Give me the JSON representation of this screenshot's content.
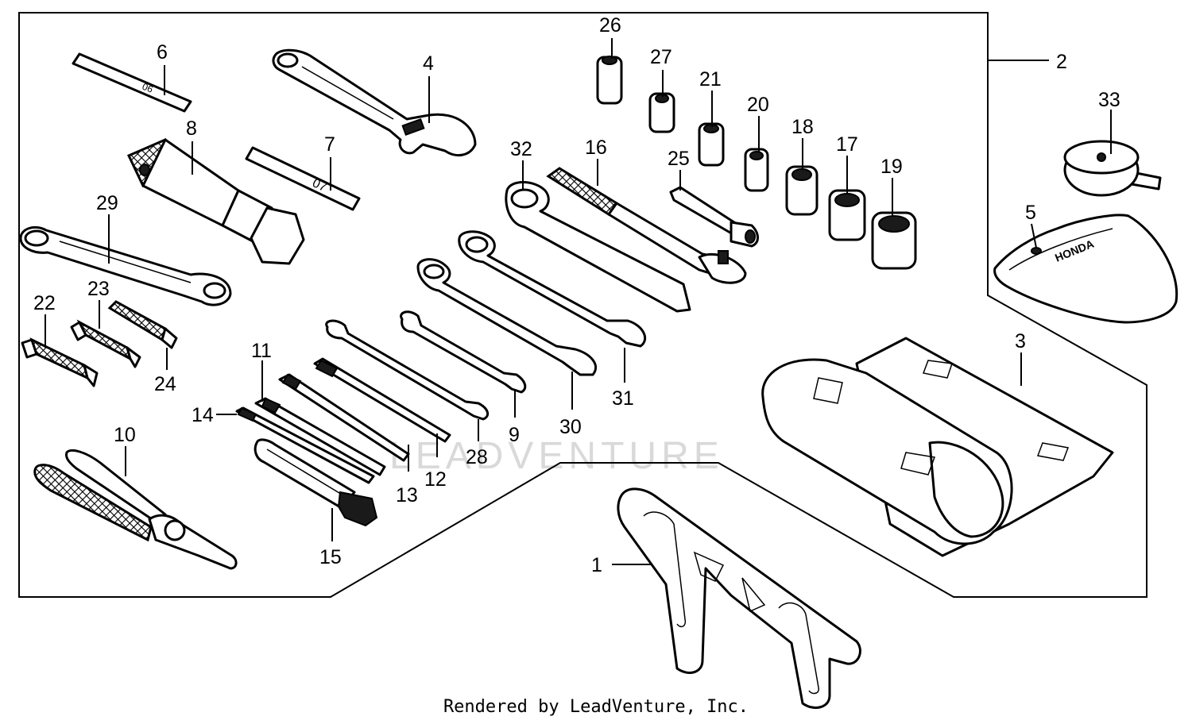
{
  "diagram": {
    "callouts": [
      {
        "id": "1",
        "label": "1"
      },
      {
        "id": "2",
        "label": "2"
      },
      {
        "id": "3",
        "label": "3"
      },
      {
        "id": "4",
        "label": "4"
      },
      {
        "id": "5",
        "label": "5"
      },
      {
        "id": "6",
        "label": "6"
      },
      {
        "id": "7",
        "label": "7"
      },
      {
        "id": "8",
        "label": "8"
      },
      {
        "id": "9",
        "label": "9"
      },
      {
        "id": "10",
        "label": "10"
      },
      {
        "id": "11",
        "label": "11"
      },
      {
        "id": "12",
        "label": "12"
      },
      {
        "id": "13",
        "label": "13"
      },
      {
        "id": "14",
        "label": "14"
      },
      {
        "id": "15",
        "label": "15"
      },
      {
        "id": "16",
        "label": "16"
      },
      {
        "id": "17",
        "label": "17"
      },
      {
        "id": "18",
        "label": "18"
      },
      {
        "id": "19",
        "label": "19"
      },
      {
        "id": "20",
        "label": "20"
      },
      {
        "id": "21",
        "label": "21"
      },
      {
        "id": "22",
        "label": "22"
      },
      {
        "id": "23",
        "label": "23"
      },
      {
        "id": "24",
        "label": "24"
      },
      {
        "id": "25",
        "label": "25"
      },
      {
        "id": "26",
        "label": "26"
      },
      {
        "id": "27",
        "label": "27"
      },
      {
        "id": "28",
        "label": "28"
      },
      {
        "id": "29",
        "label": "29"
      },
      {
        "id": "30",
        "label": "30"
      },
      {
        "id": "31",
        "label": "31"
      },
      {
        "id": "32",
        "label": "32"
      },
      {
        "id": "33",
        "label": "33"
      }
    ],
    "stamps": {
      "wrench_7": "07",
      "wrench_6": "06",
      "case_brand": "HONDA"
    },
    "watermark": "LEADVENTURE"
  },
  "footer": {
    "text": "Rendered by LeadVenture, Inc."
  }
}
